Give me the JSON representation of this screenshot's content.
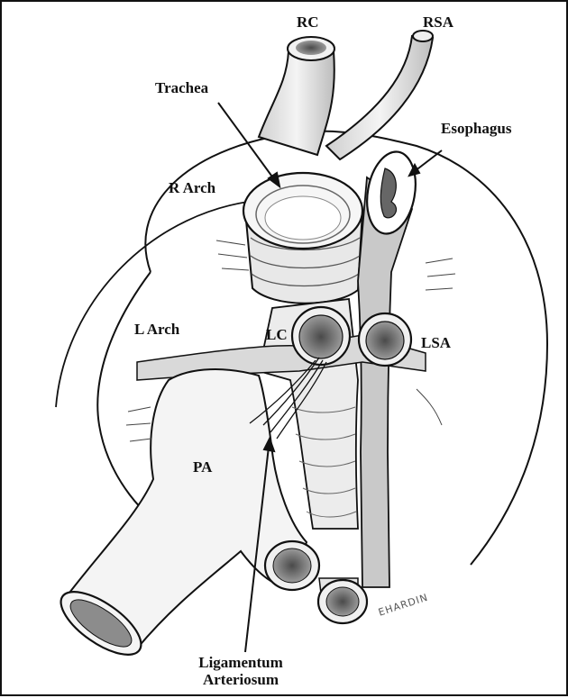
{
  "labels": {
    "rc": "RC",
    "rsa": "RSA",
    "trachea": "Trachea",
    "esophagus": "Esophagus",
    "r_arch": "R Arch",
    "l_arch": "L Arch",
    "lc": "LC",
    "lsa": "LSA",
    "pa": "PA",
    "ligamentum_line1": "Ligamentum",
    "ligamentum_line2": "Arteriosum"
  },
  "signature": "EHARDIN",
  "colors": {
    "ink": "#111111",
    "shade": "#8a8a8a",
    "light_shade": "#d6d6d6",
    "lumen": "#5a5a5a"
  }
}
